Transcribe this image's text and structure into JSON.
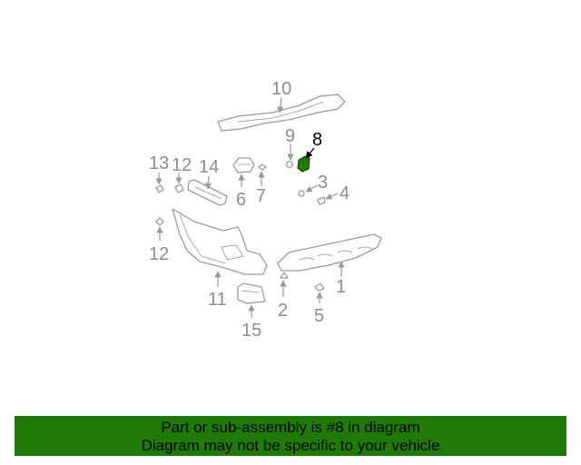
{
  "diagram": {
    "callouts": {
      "c1": "1",
      "c2": "2",
      "c3": "3",
      "c4": "4",
      "c5": "5",
      "c6": "6",
      "c7": "7",
      "c8": "8",
      "c9": "9",
      "c10": "10",
      "c11": "11",
      "c12a": "12",
      "c12b": "12",
      "c13": "13",
      "c14": "14",
      "c15": "15"
    },
    "highlight_color": "#1f7a06"
  },
  "footer": {
    "line1": "Part or sub-assembly is #8 in diagram",
    "line2": "Diagram may not be specific to your vehicle",
    "background": "#1f7a06"
  }
}
